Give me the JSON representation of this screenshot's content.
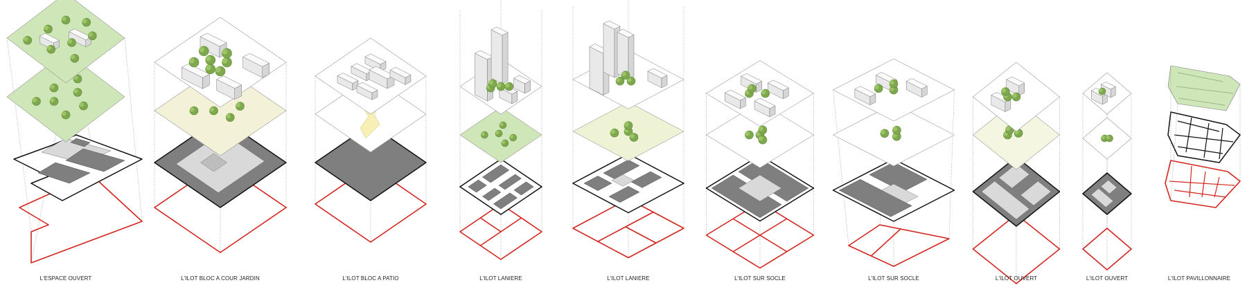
{
  "colors": {
    "outline": "#d3251e",
    "ground": "#7f7f7f",
    "ground_light": "#d9d9d9",
    "green_plane": "#cfe6b8",
    "tree": "#7fa84e",
    "tree_dark": "#5e8a36",
    "building": "#f4f4f4",
    "patio_yellow": "#f7f0b6"
  },
  "typologies": [
    {
      "label": "L'ESPACE OUVERT",
      "type": "open"
    },
    {
      "label": "L'ILOT BLOC A COUR JARDIN",
      "type": "garden"
    },
    {
      "label": "L'ILOT BLOC A PATIO",
      "type": "patio"
    },
    {
      "label": "L'ILOT LANIERE",
      "type": "laniere"
    },
    {
      "label": "L'ILOT LANIERE",
      "type": "laniere2"
    },
    {
      "label": "L'ILOT SUR SOCLE",
      "type": "socle"
    },
    {
      "label": "L'ILOT SUR SOCLE",
      "type": "socle2"
    },
    {
      "label": "L'ILOT OUVERT",
      "type": "ouvert"
    },
    {
      "label": "L'ILOT OUVERT",
      "type": "ouvert2"
    },
    {
      "label": "L'ILOT PAVILLONNAIRE",
      "type": "pavillon"
    }
  ]
}
